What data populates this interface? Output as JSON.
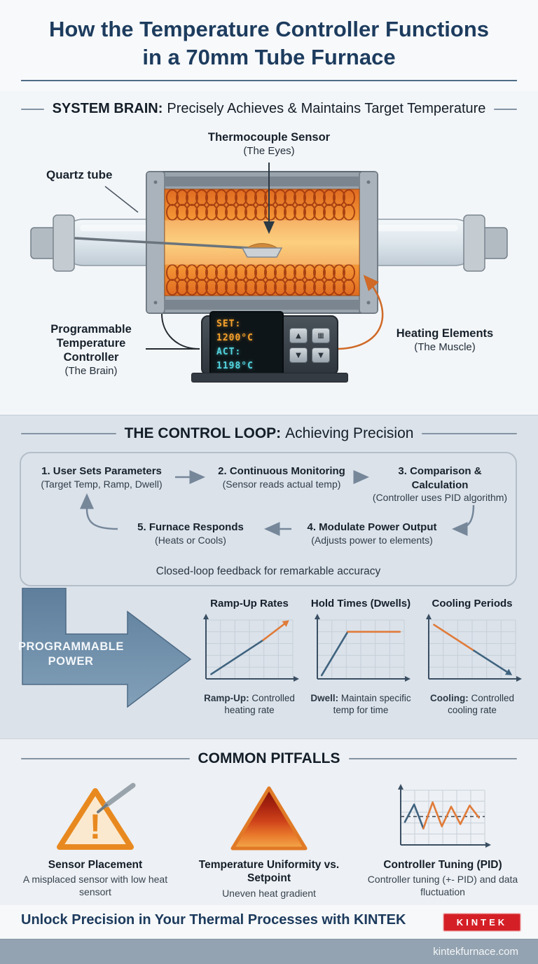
{
  "colors": {
    "navy": "#1d3c5e",
    "accent_orange": "#e07b39",
    "line_blue": "#3f637f",
    "brand_red": "#d41f26"
  },
  "header": {
    "title_line1": "How the Temperature Controller Functions",
    "title_line2": "in a 70mm Tube Furnace"
  },
  "system_brain": {
    "heading_strong": "SYSTEM BRAIN:",
    "heading_rest": "Precisely Achieves & Maintains Target Temperature",
    "thermocouple_label": "Thermocouple Sensor",
    "thermocouple_sub": "(The Eyes)",
    "quartz_label": "Quartz tube",
    "controller_label": "Programmable Temperature Controller",
    "controller_sub": "(The Brain)",
    "heating_label": "Heating Elements",
    "heating_sub": "(The Muscle)",
    "display": {
      "set_label": "SET:",
      "set_value": "1200°C",
      "act_label": "ACT:",
      "act_value": "1198°C"
    },
    "buttons": [
      "▲",
      "▦",
      "▼",
      "▼"
    ]
  },
  "control_loop": {
    "heading_strong": "THE CONTROL LOOP:",
    "heading_rest": "Achieving Precision",
    "steps": [
      {
        "title": "1. User Sets Parameters",
        "desc": "(Target Temp, Ramp, Dwell)"
      },
      {
        "title": "2. Continuous Monitoring",
        "desc": "(Sensor reads actual temp)"
      },
      {
        "title": "3. Comparison & Calculation",
        "desc": "(Controller uses PID algorithm)"
      },
      {
        "title": "4. Modulate Power Output",
        "desc": "(Adjusts power to elements)"
      },
      {
        "title": "5. Furnace Responds",
        "desc": "(Heats or Cools)"
      }
    ],
    "feedback_note": "Closed-loop feedback for remarkable accuracy",
    "power_label": "PROGRAMMABLE POWER",
    "charts": [
      {
        "title": "Ramp-Up Rates",
        "caption_strong": "Ramp-Up:",
        "caption_rest": "Controlled heating rate"
      },
      {
        "title": "Hold Times (Dwells)",
        "caption_strong": "Dwell:",
        "caption_rest": "Maintain specific temp for time"
      },
      {
        "title": "Cooling Periods",
        "caption_strong": "Cooling:",
        "caption_rest": "Controlled cooling rate"
      }
    ]
  },
  "pitfalls": {
    "heading": "COMMON PITFALLS",
    "items": [
      {
        "title": "Sensor Placement",
        "desc": "A misplaced sensor with low heat sensort",
        "icon_glyph": "!"
      },
      {
        "title": "Temperature Uniformity vs. Setpoint",
        "desc": "Uneven heat gradient"
      },
      {
        "title": "Controller Tuning (PID)",
        "desc": "Controller tuning (+- PID) and data fluctuation"
      }
    ]
  },
  "footer": {
    "cta": "Unlock Precision in Your Thermal Processes with KINTEK",
    "logo": "KINTEK",
    "website": "kintekfurnace.com"
  },
  "chart_data": [
    {
      "type": "line",
      "title": "Ramp-Up Rates",
      "grid": true,
      "x_range": [
        0,
        1
      ],
      "y_range": [
        0,
        1
      ],
      "segments": [
        {
          "name": "heating-ramp",
          "color": "#3f637f",
          "points": [
            [
              0.06,
              0.08
            ],
            [
              0.66,
              0.66
            ]
          ]
        },
        {
          "name": "ramp-tip",
          "color": "#e07b39",
          "points": [
            [
              0.66,
              0.66
            ],
            [
              0.9,
              0.93
            ]
          ],
          "arrow": true
        }
      ]
    },
    {
      "type": "line",
      "title": "Hold Times (Dwells)",
      "grid": true,
      "x_range": [
        0,
        1
      ],
      "y_range": [
        0,
        1
      ],
      "segments": [
        {
          "name": "ramp",
          "color": "#3f637f",
          "points": [
            [
              0.05,
              0.06
            ],
            [
              0.35,
              0.8
            ]
          ]
        },
        {
          "name": "dwell-hold",
          "color": "#e07b39",
          "points": [
            [
              0.35,
              0.8
            ],
            [
              0.95,
              0.8
            ]
          ]
        }
      ]
    },
    {
      "type": "line",
      "title": "Cooling Periods",
      "grid": true,
      "x_range": [
        0,
        1
      ],
      "y_range": [
        0,
        1
      ],
      "segments": [
        {
          "name": "cooling-start",
          "color": "#e07b39",
          "points": [
            [
              0.06,
              0.92
            ],
            [
              0.52,
              0.48
            ]
          ]
        },
        {
          "name": "cooling-end",
          "color": "#3f637f",
          "points": [
            [
              0.52,
              0.48
            ],
            [
              0.9,
              0.12
            ]
          ],
          "arrow": true
        }
      ]
    },
    {
      "type": "line",
      "title": "Controller Tuning (PID)",
      "grid": true,
      "dashed_y": 0.52,
      "x_range": [
        0,
        1
      ],
      "y_range": [
        0,
        1
      ],
      "segments": [
        {
          "name": "initial-response",
          "color": "#3f637f",
          "points": [
            [
              0.05,
              0.42
            ],
            [
              0.16,
              0.74
            ],
            [
              0.27,
              0.3
            ]
          ]
        },
        {
          "name": "oscillation",
          "color": "#e07b39",
          "points": [
            [
              0.27,
              0.3
            ],
            [
              0.38,
              0.78
            ],
            [
              0.49,
              0.34
            ],
            [
              0.6,
              0.7
            ],
            [
              0.71,
              0.38
            ],
            [
              0.82,
              0.72
            ],
            [
              0.93,
              0.5
            ]
          ]
        }
      ]
    }
  ]
}
